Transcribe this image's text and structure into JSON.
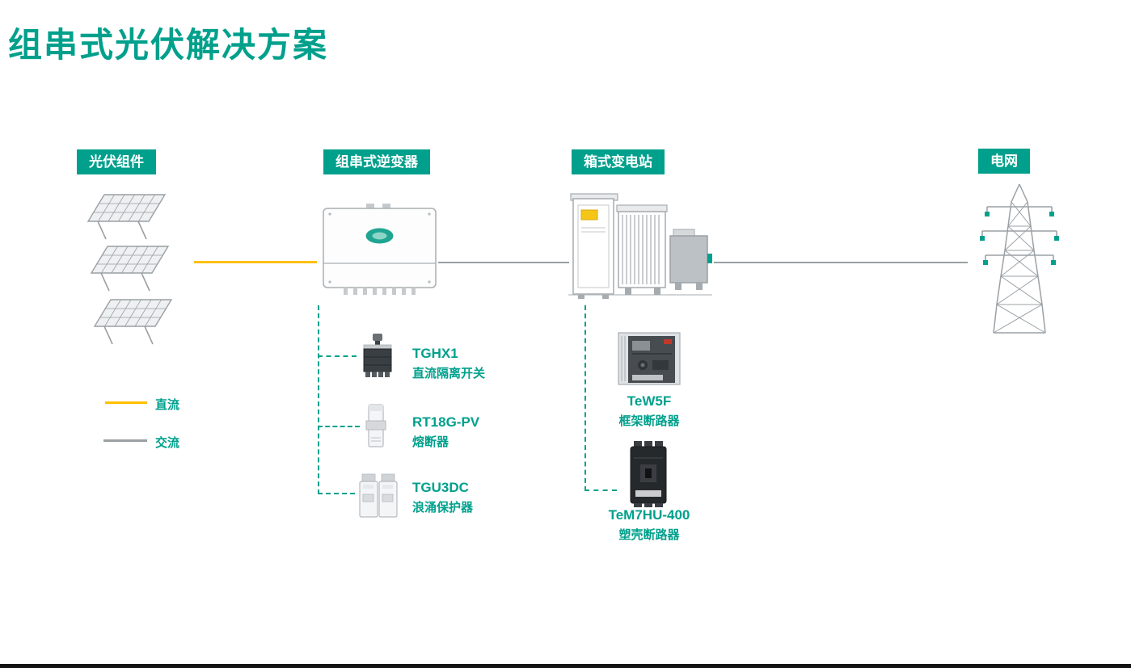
{
  "title": "组串式光伏解决方案",
  "badges": {
    "pv": "光伏组件",
    "inverter": "组串式逆变器",
    "substation": "箱式变电站",
    "grid": "电网"
  },
  "legend": {
    "dc": "直流",
    "ac": "交流"
  },
  "components": {
    "inverter_items": [
      {
        "model": "TGHX1",
        "name": "直流隔离开关"
      },
      {
        "model": "RT18G-PV",
        "name": "熔断器"
      },
      {
        "model": "TGU3DC",
        "name": "浪涌保护器"
      }
    ],
    "substation_items": [
      {
        "model": "TeW5F",
        "name": "框架断路器"
      },
      {
        "model": "TeM7HU-400",
        "name": "塑壳断路器"
      }
    ]
  },
  "colors": {
    "accent_teal": "#00A08C",
    "dc_yellow": "#FFBF00",
    "ac_gray": "#9AA0A3"
  }
}
